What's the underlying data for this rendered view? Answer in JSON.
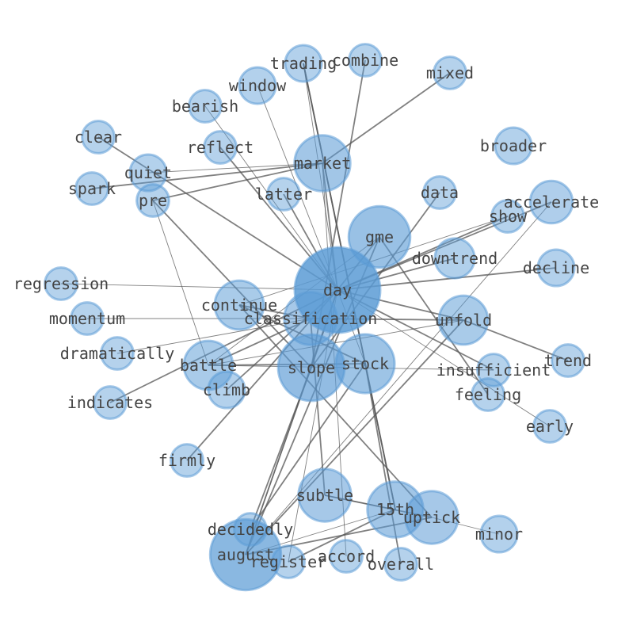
{
  "graph": {
    "node_fill": "#5b9bd5",
    "edge_color": "#555555",
    "label_color": "#444444",
    "nodes": [
      {
        "id": "day",
        "label": "day",
        "degree": 40
      },
      {
        "id": "august",
        "label": "august",
        "degree": 24
      },
      {
        "id": "slope",
        "label": "slope",
        "degree": 20
      },
      {
        "id": "gme",
        "label": "gme",
        "degree": 16
      },
      {
        "id": "stock",
        "label": "stock",
        "degree": 14
      },
      {
        "id": "15th",
        "label": "15th",
        "degree": 12
      },
      {
        "id": "market",
        "label": "market",
        "degree": 12
      },
      {
        "id": "accelerate",
        "label": "accelerate",
        "degree": 5
      },
      {
        "id": "downtrend",
        "label": "downtrend",
        "degree": 4
      },
      {
        "id": "subtle",
        "label": "subtle",
        "degree": 10
      },
      {
        "id": "uptick",
        "label": "uptick",
        "degree": 10
      },
      {
        "id": "classification",
        "label": "classification",
        "degree": 10
      },
      {
        "id": "climb",
        "label": "climb",
        "degree": 3
      },
      {
        "id": "quiet",
        "label": "quiet",
        "degree": 3
      },
      {
        "id": "window",
        "label": "window",
        "degree": 3
      },
      {
        "id": "trading",
        "label": "trading",
        "degree": 3
      },
      {
        "id": "decline",
        "label": "decline",
        "degree": 3
      },
      {
        "id": "minor",
        "label": "minor",
        "degree": 3
      },
      {
        "id": "broader",
        "label": "broader",
        "degree": 3
      },
      {
        "id": "continue",
        "label": "continue",
        "degree": 8
      },
      {
        "id": "unfold",
        "label": "unfold",
        "degree": 8
      },
      {
        "id": "battle",
        "label": "battle",
        "degree": 8
      },
      {
        "id": "register",
        "label": "register",
        "degree": 2
      },
      {
        "id": "decidedly",
        "label": "decidedly",
        "degree": 2
      },
      {
        "id": "accord",
        "label": "accord",
        "degree": 2
      },
      {
        "id": "overall",
        "label": "overall",
        "degree": 2
      },
      {
        "id": "combine",
        "label": "combine",
        "degree": 2
      },
      {
        "id": "mixed",
        "label": "mixed",
        "degree": 2
      },
      {
        "id": "bearish",
        "label": "bearish",
        "degree": 2
      },
      {
        "id": "clear",
        "label": "clear",
        "degree": 2
      },
      {
        "id": "reflect",
        "label": "reflect",
        "degree": 2
      },
      {
        "id": "spark",
        "label": "spark",
        "degree": 2
      },
      {
        "id": "pre",
        "label": "pre",
        "degree": 2
      },
      {
        "id": "latter",
        "label": "latter",
        "degree": 2
      },
      {
        "id": "data",
        "label": "data",
        "degree": 2
      },
      {
        "id": "show",
        "label": "show",
        "degree": 2
      },
      {
        "id": "regression",
        "label": "regression",
        "degree": 2
      },
      {
        "id": "momentum",
        "label": "momentum",
        "degree": 2
      },
      {
        "id": "dramatically",
        "label": "dramatically",
        "degree": 2
      },
      {
        "id": "indicates",
        "label": "indicates",
        "degree": 2
      },
      {
        "id": "insufficient",
        "label": "insufficient",
        "degree": 2
      },
      {
        "id": "trend",
        "label": "trend",
        "degree": 2
      },
      {
        "id": "feeling",
        "label": "feeling",
        "degree": 2
      },
      {
        "id": "early",
        "label": "early",
        "degree": 2
      },
      {
        "id": "firmly",
        "label": "firmly",
        "degree": 2
      }
    ],
    "edges": [
      [
        "trading",
        "day"
      ],
      [
        "trading",
        "15th"
      ],
      [
        "trading",
        "stock"
      ],
      [
        "window",
        "day"
      ],
      [
        "combine",
        "slope"
      ],
      [
        "mixed",
        "market"
      ],
      [
        "bearish",
        "day"
      ],
      [
        "clear",
        "day"
      ],
      [
        "reflect",
        "day"
      ],
      [
        "quiet",
        "market"
      ],
      [
        "spark",
        "market"
      ],
      [
        "pre",
        "market"
      ],
      [
        "pre",
        "battle"
      ],
      [
        "pre",
        "slope"
      ],
      [
        "latter",
        "day"
      ],
      [
        "market",
        "accord"
      ],
      [
        "market",
        "day"
      ],
      [
        "data",
        "slope"
      ],
      [
        "accelerate",
        "august"
      ],
      [
        "accelerate",
        "day"
      ],
      [
        "show",
        "day"
      ],
      [
        "show",
        "continue"
      ],
      [
        "gme",
        "feeling"
      ],
      [
        "gme",
        "day"
      ],
      [
        "gme",
        "battle"
      ],
      [
        "downtrend",
        "day"
      ],
      [
        "decline",
        "day"
      ],
      [
        "regression",
        "day"
      ],
      [
        "continue",
        "classification"
      ],
      [
        "continue",
        "stock"
      ],
      [
        "momentum",
        "classification"
      ],
      [
        "classification",
        "unfold"
      ],
      [
        "classification",
        "battle"
      ],
      [
        "classification",
        "dramatically"
      ],
      [
        "unfold",
        "day"
      ],
      [
        "unfold",
        "trend"
      ],
      [
        "unfold",
        "battle"
      ],
      [
        "unfold",
        "august"
      ],
      [
        "insufficient",
        "day"
      ],
      [
        "early",
        "day"
      ],
      [
        "indicates",
        "day"
      ],
      [
        "battle",
        "stock"
      ],
      [
        "battle",
        "insufficient"
      ],
      [
        "climb",
        "day"
      ],
      [
        "slope",
        "day"
      ],
      [
        "slope",
        "august"
      ],
      [
        "slope",
        "decidedly"
      ],
      [
        "firmly",
        "day"
      ],
      [
        "stock",
        "day"
      ],
      [
        "stock",
        "15th"
      ],
      [
        "stock",
        "overall"
      ],
      [
        "subtle",
        "15th"
      ],
      [
        "subtle",
        "uptick"
      ],
      [
        "subtle",
        "classification"
      ],
      [
        "15th",
        "august"
      ],
      [
        "15th",
        "register"
      ],
      [
        "uptick",
        "august"
      ],
      [
        "uptick",
        "minor"
      ],
      [
        "uptick",
        "continue"
      ],
      [
        "decidedly",
        "stock"
      ],
      [
        "register",
        "day"
      ],
      [
        "august",
        "day"
      ],
      [
        "august",
        "gme"
      ]
    ]
  }
}
